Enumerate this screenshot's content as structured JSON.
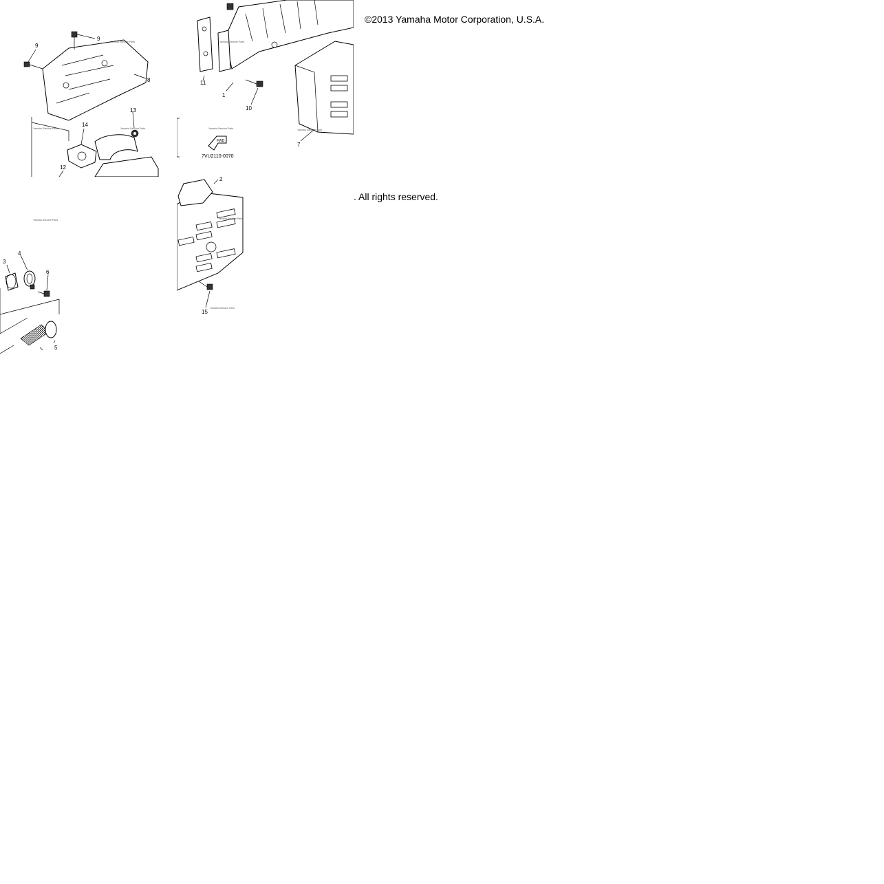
{
  "copyright": {
    "line1": "©2013 Yamaha Motor Corporation, U.S.A.",
    "line2": ". All rights reserved."
  },
  "diagram": {
    "callouts": {
      "c1": "1",
      "c2": "2",
      "c3": "3",
      "c4": "4",
      "c5": "5",
      "c6": "6",
      "c7": "7",
      "c8": "8",
      "c9": "9",
      "c9b": "9",
      "c10": "10",
      "c11": "11",
      "c12": "12",
      "c13": "13",
      "c14": "14",
      "c15": "15"
    },
    "diagram_code": "7VU2110-0070",
    "fwd_label": "FWD",
    "stamp_text": "Yamaha Genuine Parts"
  }
}
